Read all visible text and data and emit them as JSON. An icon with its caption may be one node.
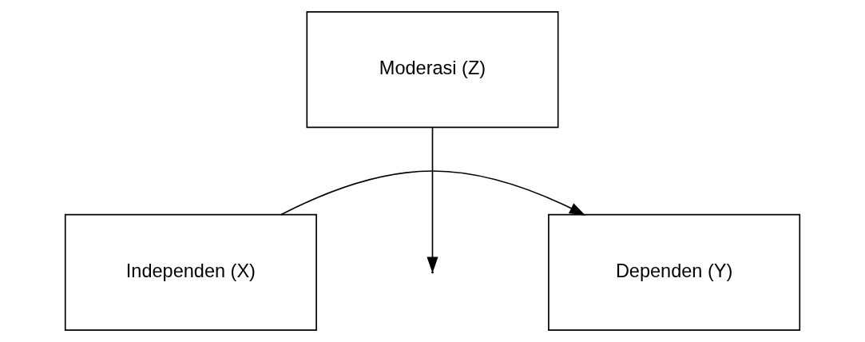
{
  "diagram": {
    "nodes": [
      {
        "text": [
          "Moderasi (Z)"
        ]
      },
      {
        "text": [
          "Independen (X)"
        ]
      },
      {
        "text": [
          "Dependen (Y)"
        ]
      }
    ],
    "edges": [
      {
        "from": 1,
        "to": 2,
        "arrow": "to"
      },
      {
        "from": 0,
        "to": null,
        "arrow": "to"
      }
    ]
  }
}
